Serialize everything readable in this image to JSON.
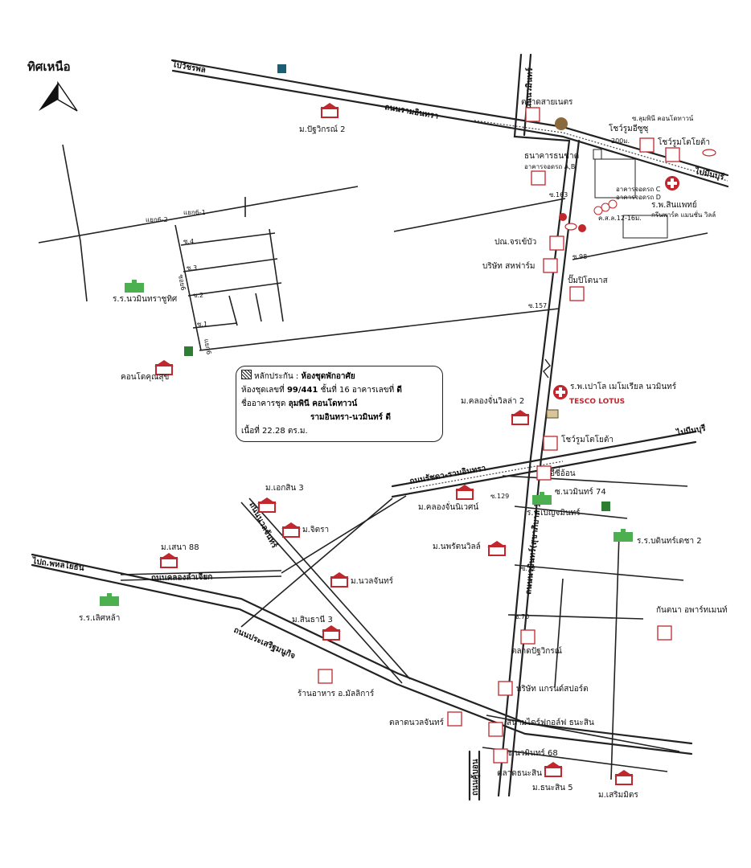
{
  "north": {
    "label": "ทิศเหนือ"
  },
  "roads": [
    {
      "id": "r1",
      "label": "ถนนรามอินทรา"
    },
    {
      "id": "r2",
      "label": "ถนนรัชดา-รามอินทรา"
    },
    {
      "id": "r3",
      "label": "ถนนประเสริฐมนูกิจ"
    },
    {
      "id": "r4",
      "label": "ถนนคลองลำเจียก"
    },
    {
      "id": "r5",
      "label": "ถนนนวมินทร์(สุขาภิบาล 1)"
    },
    {
      "id": "r6",
      "label": "ถนนคู้บอน"
    },
    {
      "id": "r7",
      "label": "ไปวัชรพล"
    },
    {
      "id": "r8",
      "label": "ไปมีนบุรี"
    },
    {
      "id": "r9",
      "label": "ไปมีนบุรี"
    },
    {
      "id": "r10",
      "label": "ไปถ.พหลโยธิน"
    },
    {
      "id": "r11",
      "label": "ถนนนวลจันทร์"
    },
    {
      "id": "r12",
      "label": "ถนนนวมินทร์"
    },
    {
      "id": "r13",
      "label": "ซ.163"
    },
    {
      "id": "r14",
      "label": "ซ.157"
    },
    {
      "id": "r15",
      "label": "ซ.98"
    },
    {
      "id": "r16",
      "label": "ซ.129"
    },
    {
      "id": "r17",
      "label": "ซ.72"
    },
    {
      "id": "r18",
      "label": "ซ.70"
    },
    {
      "id": "r19",
      "label": "ซ.นวมินทร์ 74"
    },
    {
      "id": "r20",
      "label": "ซ.นวมินทร์ 68"
    },
    {
      "id": "r21",
      "label": "แยก6-2"
    },
    {
      "id": "r22",
      "label": "แยก6-1"
    },
    {
      "id": "r23",
      "label": "ซ.4"
    },
    {
      "id": "r24",
      "label": "ซ.3"
    },
    {
      "id": "r25",
      "label": "ซ.2"
    },
    {
      "id": "r26",
      "label": "ซ.1"
    },
    {
      "id": "r27",
      "label": "ซอย6"
    },
    {
      "id": "r28",
      "label": "แยก6"
    }
  ],
  "places": [
    {
      "id": "p1",
      "label": "ม.ปัฐวิกรณ์ 2"
    },
    {
      "id": "p2",
      "label": "ตลาดสายเนตร"
    },
    {
      "id": "p3",
      "label": "โชว์รูมอีซูซุ"
    },
    {
      "id": "p4",
      "label": "โชว์รูมโตโยต้า"
    },
    {
      "id": "p5",
      "label": "ธนาคารธนชาต"
    },
    {
      "id": "p6",
      "label": "อาคารจอดรถ A,B"
    },
    {
      "id": "p7",
      "label": "อาคารจอดรถ C"
    },
    {
      "id": "p8",
      "label": "อาคารจอดรถ D"
    },
    {
      "id": "p9",
      "label": "ร.พ.สินแพทย์"
    },
    {
      "id": "p10",
      "label": "กรีนพาร์ค แมนชั่น วิลล์"
    },
    {
      "id": "p11",
      "label": "ค.ส.ล.12-16ม."
    },
    {
      "id": "p12",
      "label": "ปณ.จรเข้บัว"
    },
    {
      "id": "p13",
      "label": "บริษัท สหฟาร์ม"
    },
    {
      "id": "p14",
      "label": "ปั๊มปิโตนาส"
    },
    {
      "id": "p15",
      "label": "ร.ร.นวมินทราชูทิศ"
    },
    {
      "id": "p16",
      "label": "คอนโดคุณสุข"
    },
    {
      "id": "p17",
      "label": "ร.พ.เปาโล เมโมเรียล นวมินทร์"
    },
    {
      "id": "p18",
      "label": "ม.คลองจั่นวิลล่า 2"
    },
    {
      "id": "p19",
      "label": "โชว์รูมโตโยต้า"
    },
    {
      "id": "p20",
      "label": "อีซี่อ้อน"
    },
    {
      "id": "p21",
      "label": "ม.คลองจั่นนิเวศน์"
    },
    {
      "id": "p22",
      "label": "ร.ร.เบญจมินทร์"
    },
    {
      "id": "p23",
      "label": "ร.ร.บดินทร์เดชา 2"
    },
    {
      "id": "p24",
      "label": "ม.นพรัตนวิลล์"
    },
    {
      "id": "p25",
      "label": "ม.เอกสิน 3"
    },
    {
      "id": "p26",
      "label": "ม.จิตรา"
    },
    {
      "id": "p27",
      "label": "ม.เสนา 88"
    },
    {
      "id": "p28",
      "label": "ม.นวลจันทร์"
    },
    {
      "id": "p29",
      "label": "ร.ร.เลิศหล้า"
    },
    {
      "id": "p30",
      "label": "ม.สินธานี 3"
    },
    {
      "id": "p31",
      "label": "ร้านอาหาร อ.มัลลิการ์"
    },
    {
      "id": "p32",
      "label": "ตลาดนวลจันทร์"
    },
    {
      "id": "p33",
      "label": "ตลาดปัฐวิกรณ์"
    },
    {
      "id": "p34",
      "label": "บริษัท แกรนด์สปอร์ต"
    },
    {
      "id": "p35",
      "label": "กันตนา อพาร์ทเมนท์"
    },
    {
      "id": "p36",
      "label": "สนามไดร์ฟกอล์ฟ ธนะสิน"
    },
    {
      "id": "p37",
      "label": "ตลาดธนะสิน"
    },
    {
      "id": "p38",
      "label": "ม.ธนะสิน 5"
    },
    {
      "id": "p39",
      "label": "ม.เสริมมิตร"
    },
    {
      "id": "p40",
      "label": "ซ.ลุมพินี คอนโดทาวน์"
    },
    {
      "id": "p41",
      "label": "200ม."
    },
    {
      "id": "p42",
      "label": "TESCO LOTUS"
    }
  ],
  "info": {
    "collateral_label": "หลักประกัน : ",
    "collateral_value": "ห้องชุดพักอาศัย",
    "unit_label": "ห้องชุดเลขที่",
    "unit_no": "99/441",
    "floor_label": "ชั้นที่",
    "floor_no": "16",
    "building_label": "อาคารเลขที่",
    "building_no": "ดี",
    "condo_label": "ชื่ออาคารชุด",
    "condo_name_1": "ลุมพินี คอนโดทาวน์",
    "condo_name_2": "รามอินทรา-นวมินทร์ ดี",
    "area_label": "เนื้อที่",
    "area_value": "22.28",
    "area_unit": "ตร.ม."
  },
  "colors": {
    "road": "#222222",
    "marker": "#c1272d",
    "school": "#4caf50",
    "accent": "#c1272d"
  },
  "icons": [
    "north-arrow-icon",
    "hospital-icon",
    "school-icon",
    "village-icon",
    "market-square-icon",
    "gas-station-icon",
    "seven-eleven-icon",
    "esso-icon"
  ]
}
